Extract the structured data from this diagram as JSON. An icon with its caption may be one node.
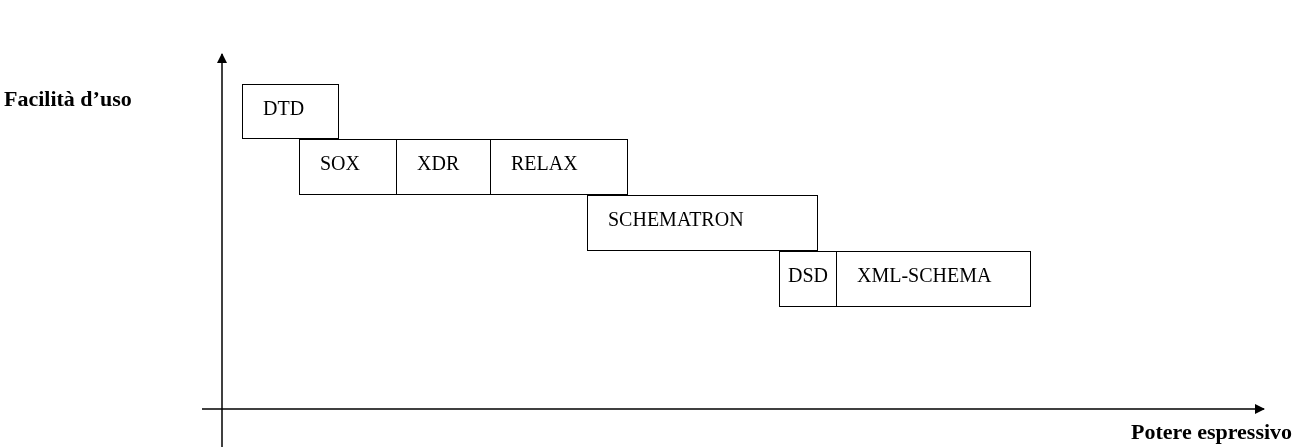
{
  "diagram": {
    "nodes": [
      {
        "text": [
          "DTD"
        ]
      },
      {
        "text": [
          "SOX"
        ]
      },
      {
        "text": [
          "XDR"
        ]
      },
      {
        "text": [
          "RELAX"
        ]
      },
      {
        "text": [
          "SCHEMATRON"
        ]
      },
      {
        "text": [
          "DSD"
        ]
      },
      {
        "text": [
          "XML-SCHEMA"
        ]
      }
    ],
    "labels": [
      "Facilità d’uso",
      "Potere espressivo"
    ]
  }
}
